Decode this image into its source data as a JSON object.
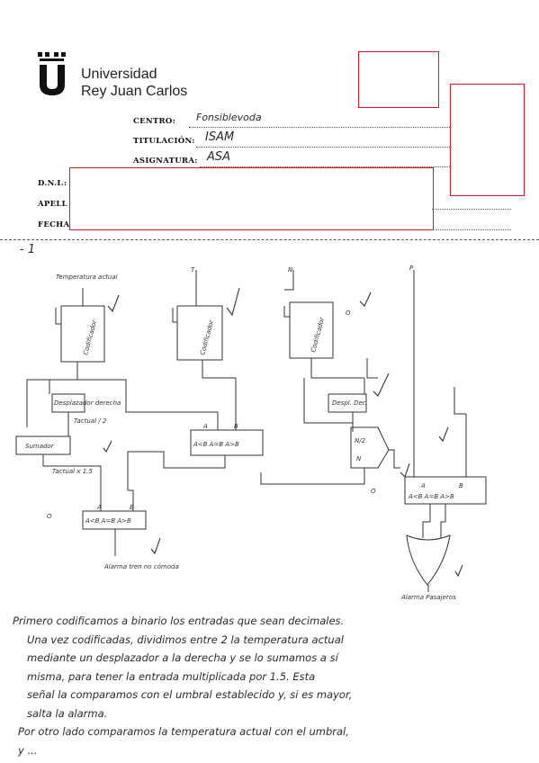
{
  "header": {
    "university_line1": "Universidad",
    "university_line2": "Rey Juan Carlos"
  },
  "form": {
    "centro_label": "CENTRO:",
    "centro_value": "Fonsiblevoda",
    "titulacion_label": "TITULACIÓN:",
    "titulacion_value": "ISAM",
    "asignatura_label": "ASIGNATURA:",
    "asignatura_value": "ASA",
    "dni_label": "D.N.I.:",
    "apellidos_label": "APELL",
    "fecha_label": "FECHA"
  },
  "question_number": "- 1",
  "diagram": {
    "input_temp": "Temperatura actual",
    "input_t": "T",
    "input_n": "N",
    "input_p": "P",
    "cod1": "Codificador",
    "cod2": "Codificador",
    "cod3": "Codificador",
    "shift": "Desplazador derecha",
    "tactual2": "Tactual / 2",
    "sumador": "Sumador",
    "tactual15": "Tactual x 1.5",
    "comp1": "A<B A=B A>B",
    "comp1_a": "A",
    "comp1_b": "B",
    "comp2": "A<B A=B A>B",
    "comp2_a": "A",
    "comp2_b": "B",
    "comp3": "A<B A=B A>B",
    "comp3_a": "A",
    "comp3_b": "B",
    "shift2": "Despl. Der.",
    "mux_in1": "N/2",
    "mux_in2": "N",
    "alarm_train": "Alarma tren no cómoda",
    "alarm_pasajeros": "Alarma Pasajeros",
    "o1": "O",
    "o2": "O",
    "o3": "O"
  },
  "essay_lines": [
    "Primero codificamos a binario los entradas que sean decimales.",
    "Una vez codificadas, dividimos entre 2 la temperatura actual",
    "mediante un desplazador a la derecha y se lo sumamos a sí",
    "misma, para tener la entrada multiplicada por 1.5. Esta",
    "señal la comparamos con el umbral establecido y, si es mayor,",
    "salta la alarma.",
    "Por otro lado comparamos la temperatura actual con el umbral,",
    "y ..."
  ]
}
